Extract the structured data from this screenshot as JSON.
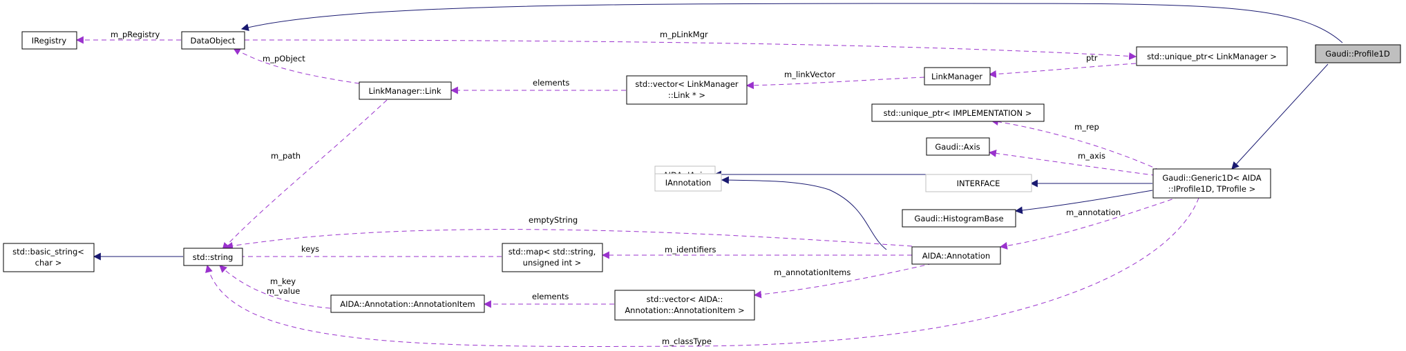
{
  "colors": {
    "inheritance": "#191970",
    "usage": "#9a32cd",
    "root_fill": "#bfbfbf",
    "external_border": "#bfbfbf"
  },
  "nodes": {
    "root": {
      "lines": [
        "Gaudi::Profile1D"
      ]
    },
    "data_object": {
      "lines": [
        "DataObject"
      ]
    },
    "iregistry": {
      "lines": [
        "IRegistry"
      ]
    },
    "unique_ptr_lm": {
      "lines": [
        "std::unique_ptr< LinkManager >"
      ]
    },
    "link_manager": {
      "lines": [
        "LinkManager"
      ]
    },
    "vector_link": {
      "lines": [
        "std::vector< LinkManager",
        "::Link * >"
      ]
    },
    "lm_link": {
      "lines": [
        "LinkManager::Link"
      ]
    },
    "unique_ptr_impl": {
      "lines": [
        "std::unique_ptr< IMPLEMENTATION >"
      ]
    },
    "aida_iaxis": {
      "lines": [
        "AIDA::IAxis"
      ]
    },
    "gaudi_axis": {
      "lines": [
        "Gaudi::Axis"
      ]
    },
    "generic1d": {
      "lines": [
        "Gaudi::Generic1D< AIDA",
        "::IProfile1D, TProfile >"
      ]
    },
    "interface": {
      "lines": [
        "INTERFACE"
      ]
    },
    "histogram_base": {
      "lines": [
        "Gaudi::HistogramBase"
      ]
    },
    "iannotation": {
      "lines": [
        "IAnnotation"
      ]
    },
    "aida_annotation": {
      "lines": [
        "AIDA::Annotation"
      ]
    },
    "std_map": {
      "lines": [
        "std::map< std::string,",
        "unsigned int >"
      ]
    },
    "basic_string": {
      "lines": [
        "std::basic_string<",
        "char >"
      ]
    },
    "std_string": {
      "lines": [
        "std::string"
      ]
    },
    "annotation_item": {
      "lines": [
        "AIDA::Annotation::AnnotationItem"
      ]
    },
    "vector_annotation_item": {
      "lines": [
        "std::vector< AIDA::",
        "Annotation::AnnotationItem >"
      ]
    }
  },
  "edges": {
    "m_pRegistry": "m_pRegistry",
    "m_pLinkMgr": "m_pLinkMgr",
    "m_pObject": "m_pObject",
    "ptr": "ptr",
    "elements_link": "elements",
    "m_linkVector": "m_linkVector",
    "m_path": "m_path",
    "m_rep": "m_rep",
    "m_axis": "m_axis",
    "emptyString": "emptyString",
    "m_annotation": "m_annotation",
    "keys": "keys",
    "m_identifiers": "m_identifiers",
    "m_annotationItems": "m_annotationItems",
    "m_key": "m_key",
    "m_value": "m_value",
    "elements_item": "elements",
    "m_classType": "m_classType"
  }
}
